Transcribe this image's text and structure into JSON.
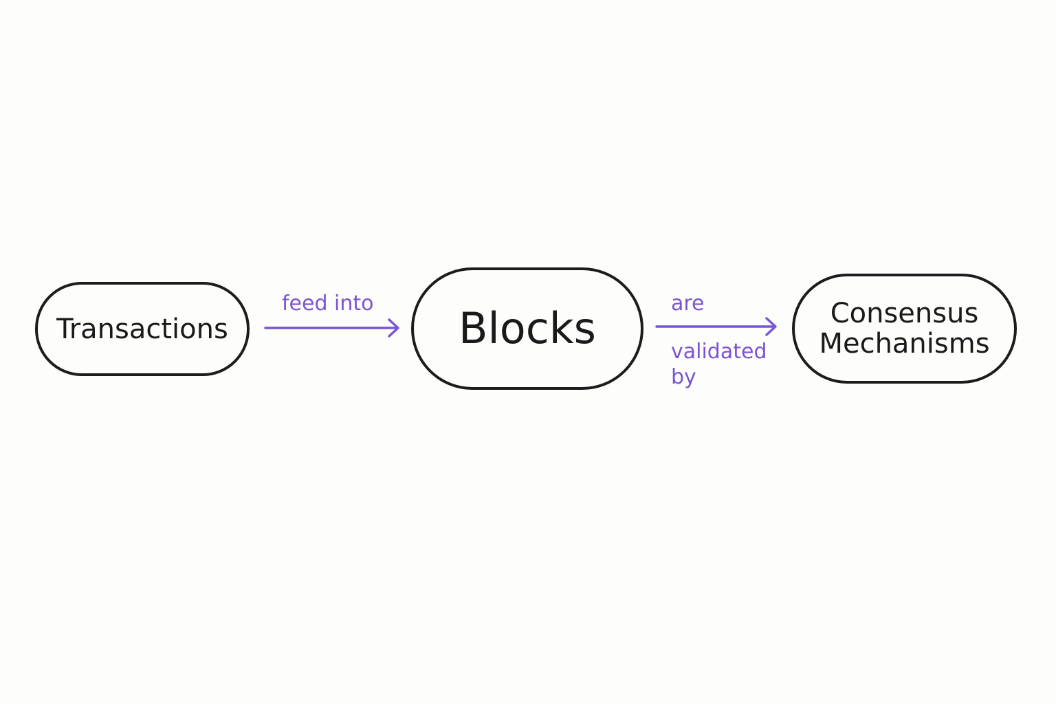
{
  "diagram": {
    "nodes": {
      "transactions": "Transactions",
      "blocks": "Blocks",
      "consensus_line1": "Consensus",
      "consensus_line2": "Mechanisms"
    },
    "edges": {
      "feed_into": "feed into",
      "are": "are",
      "validated": "validated",
      "by": "by"
    },
    "colors": {
      "edge": "#7b55cf",
      "node_border": "#1c1c1c",
      "text": "#1a1a1a",
      "background": "#fdfdfc"
    }
  }
}
